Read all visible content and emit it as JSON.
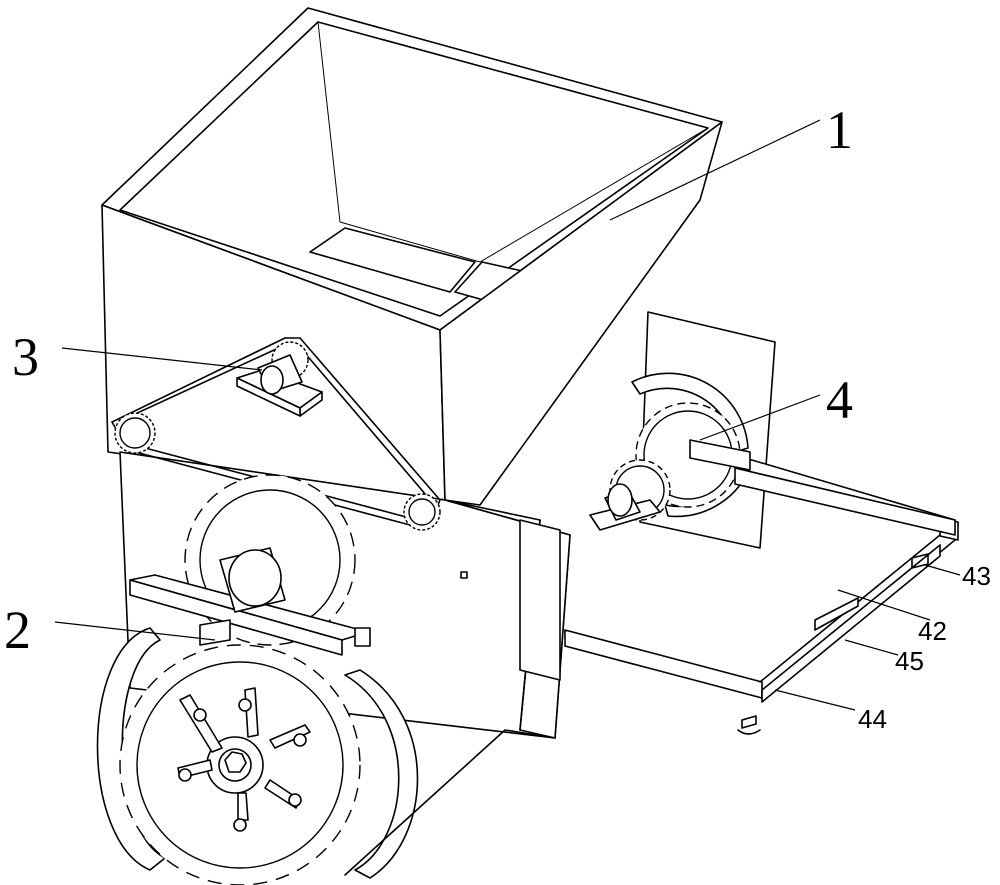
{
  "labels": {
    "hopper": "1",
    "wheel": "2",
    "belt": "3",
    "gear_drive": "4",
    "part_42": "42",
    "part_43": "43",
    "part_44": "44",
    "part_45": "45"
  }
}
